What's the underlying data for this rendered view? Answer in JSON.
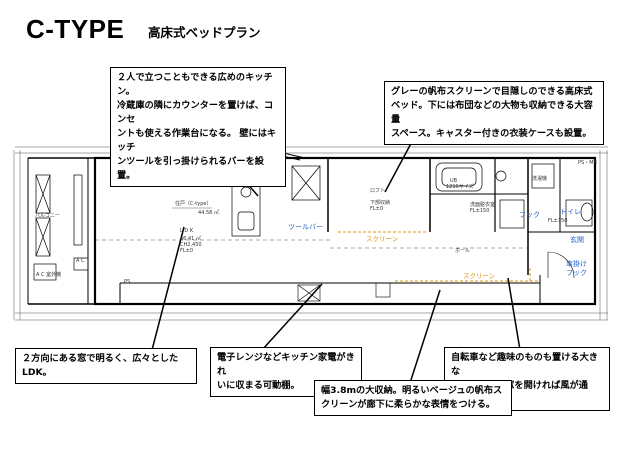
{
  "header": {
    "title": "C-TYPE",
    "subtitle": "高床式ベッドプラン"
  },
  "callouts": {
    "kitchen": [
      "２人で立つこともできる広めのキッチン。",
      "冷蔵庫の隣にカウンターを置けば、コンセ",
      "ントも使える作業台になる。 壁にはキッチ",
      "ンツールを引っ掛けられるバーを設置。"
    ],
    "bed": [
      "グレーの帆布スクリーンで目隠しのできる高床式",
      "ベッド。下には布団などの大物も収納できる大容量",
      "スペース。キャスター付きの衣装ケースも設置。"
    ],
    "ldk": [
      "２方向にある窓で明るく、広々としたLDK。"
    ],
    "shelf": [
      "電子レンジなどキッチン家電がきれ",
      "いに収まる可動棚。"
    ],
    "entry": [
      "自転車など趣味のものも置ける大きな",
      "土間エリア。窓を開ければ風が通る。"
    ],
    "storage": [
      "幅3.8mの大収納。明るいベージュの帆布ス",
      "クリーンが廊下に柔らかな表情をつける。"
    ]
  },
  "plan_labels": {
    "unit_name": "住戸（C-type）",
    "unit_area": "44.58 ㎡",
    "ldk": "L D K",
    "ldk_spec": [
      "36.41 ㎡",
      "CH2,450",
      "FL±0"
    ],
    "balcony": "バルコニー",
    "ac": "A C",
    "ac_unit": "A C 室外機",
    "ps": "PS",
    "ps_mb": "PS・MB",
    "loft": "ロフト",
    "under_storage": "下部収納",
    "under_storage_fl": "FL±0",
    "ub": "UB",
    "ub_size": "1216サイズ",
    "washroom": "洗面脱衣室",
    "washroom_fl": "FL±150",
    "laundry": "洗濯機",
    "toilet": "トイレ",
    "toilet_fl": "FL±150",
    "entrance": "玄関",
    "hall": "ホール",
    "tool_bar": "ツールバー",
    "screen1": "スクリーン",
    "screen2": "スクリーン",
    "hook1": "フック",
    "hook2": "フック",
    "umbrella": "傘掛け"
  },
  "colors": {
    "accent_blue": "#1f5fcf",
    "accent_orange": "#e0900f"
  }
}
